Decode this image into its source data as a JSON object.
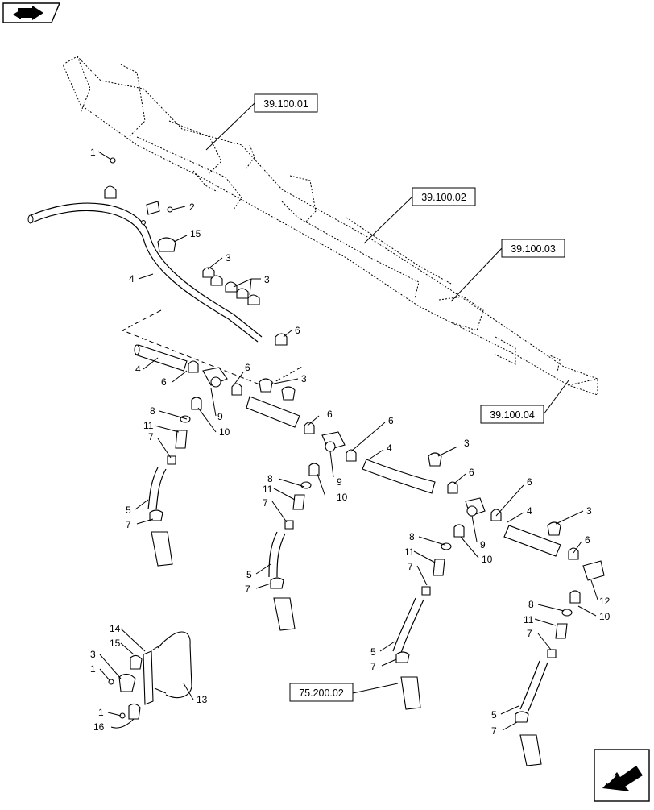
{
  "refs": [
    {
      "text": "39.100.01"
    },
    {
      "text": "39.100.02"
    },
    {
      "text": "39.100.03"
    },
    {
      "text": "39.100.04"
    },
    {
      "text": "75.200.02"
    }
  ],
  "callouts": [
    "1",
    "2",
    "15",
    "3",
    "3",
    "4",
    "6",
    "4",
    "6",
    "6",
    "3",
    "8",
    "9",
    "11",
    "10",
    "7",
    "6",
    "6",
    "4",
    "3",
    "8",
    "9",
    "11",
    "10",
    "7",
    "5",
    "7",
    "6",
    "6",
    "4",
    "3",
    "8",
    "9",
    "11",
    "10",
    "7",
    "5",
    "7",
    "6",
    "12",
    "8",
    "10",
    "11",
    "7",
    "5",
    "7",
    "14",
    "15",
    "3",
    "1",
    "13",
    "1",
    "16",
    "5",
    "7"
  ]
}
